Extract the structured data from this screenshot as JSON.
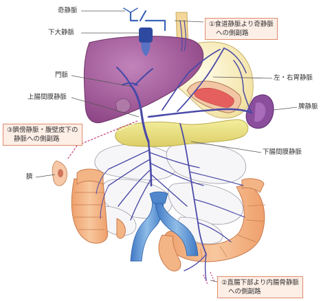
{
  "labels": {
    "azygos_vein": "奇静脈",
    "ivc": "下大静脈",
    "portal_vein": "門脈",
    "smv": "上腸間膜静脈",
    "gastric_veins": "左・右胃静脈",
    "splenic_vein": "脾静脈",
    "imv": "下腸間膜静脈",
    "umbilicus": "臍"
  },
  "collaterals": {
    "esophageal": {
      "number": "①",
      "line1": "食道静脈より奇静脈",
      "line2": "への側副路"
    },
    "rectal": {
      "number": "②",
      "line1": "直腸下部より内腸骨静脈",
      "line2": "への側副路"
    },
    "paraumbilical": {
      "number": "③",
      "line1": "臍傍静脈・腹壁皮下の",
      "line2": "静脈への側副路"
    }
  },
  "colors": {
    "vein_blue": "#4a4aa8",
    "liver": "#a45c9c",
    "stomach": "#fbf0c8",
    "pancreas": "#ece58a",
    "spleen": "#8a4e9c",
    "intestine": "#f3b585",
    "callout_border": "#e08a6a",
    "callout_fill": "#fdeee6"
  }
}
